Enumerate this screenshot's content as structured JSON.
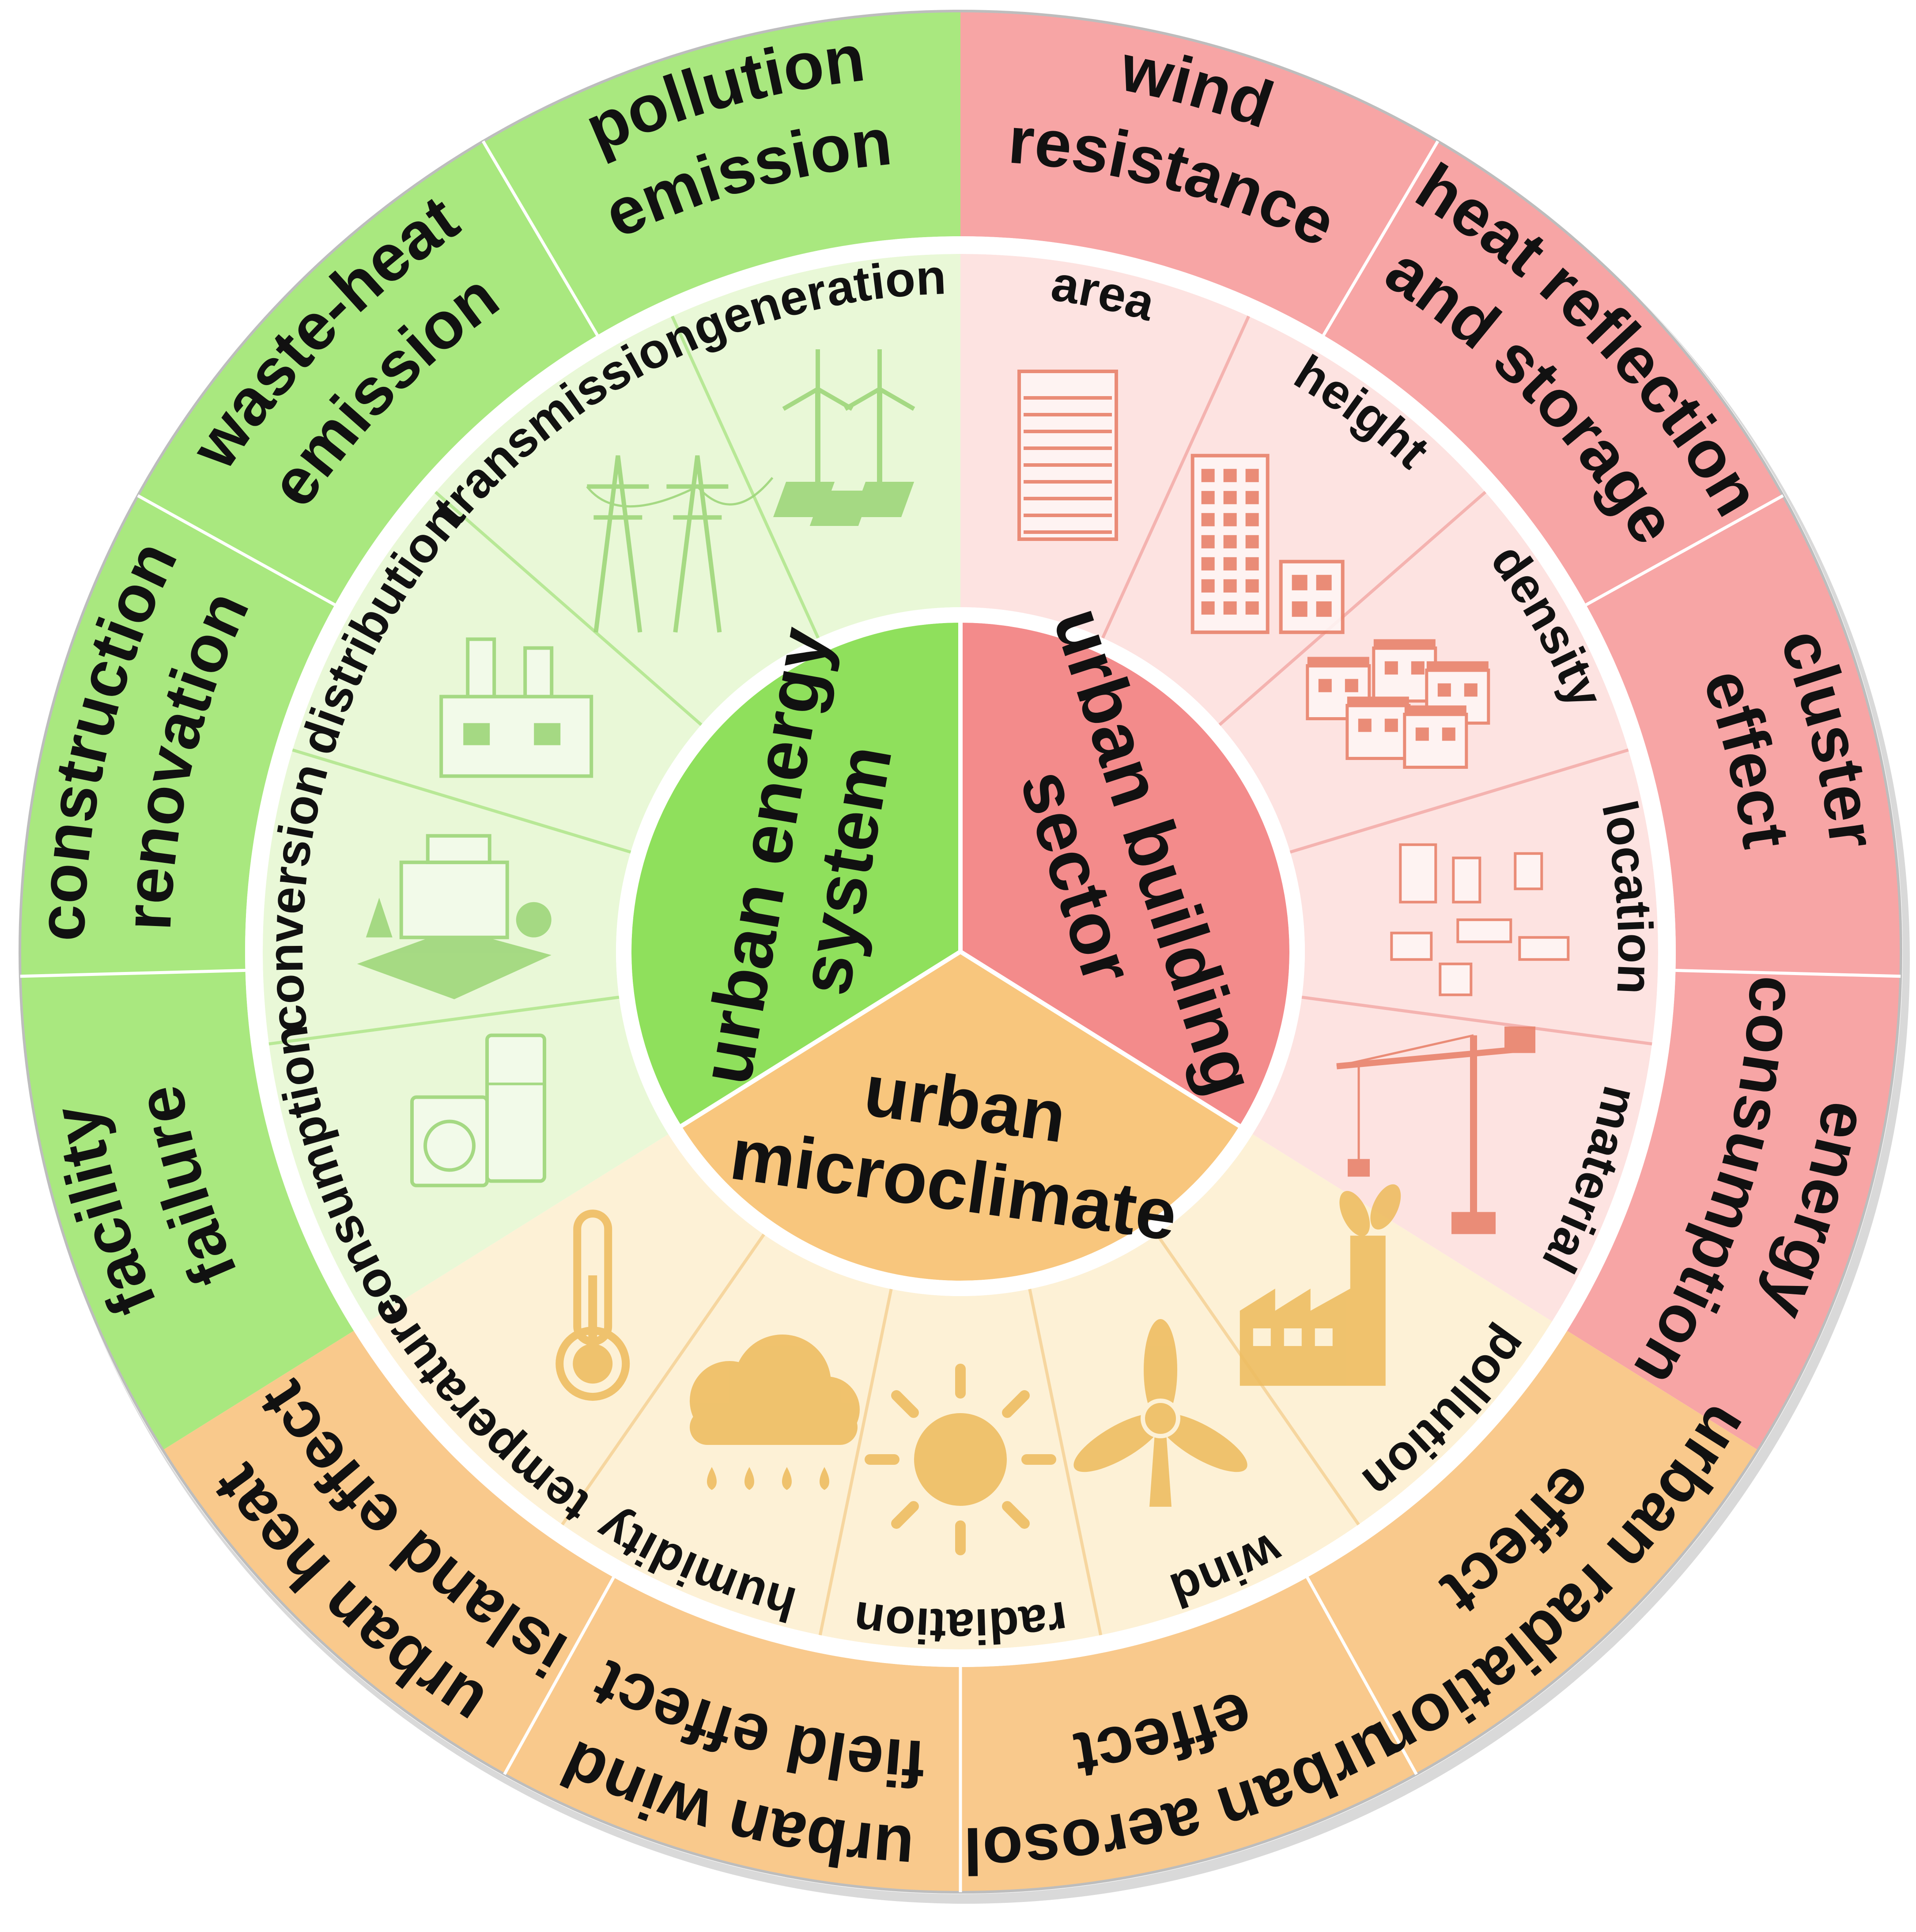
{
  "core": {
    "energy": [
      "urban energy",
      "system"
    ],
    "building": [
      "urban building",
      "sector"
    ],
    "microclimate": [
      "urban",
      "microclimate"
    ]
  },
  "middle_ring": {
    "energy": [
      "generation",
      "transmission",
      "distribution",
      "conversion",
      "consumption"
    ],
    "building": [
      "area",
      "height",
      "density",
      "location",
      "material"
    ],
    "microclimate": [
      "pollution",
      "wind",
      "radiation",
      "humidity",
      "temperature"
    ]
  },
  "outer_ring": {
    "energy": [
      [
        "pollution",
        "emission"
      ],
      [
        "waste-heat",
        "emission"
      ],
      [
        "construction",
        "renovation"
      ],
      [
        "facility",
        "failure"
      ]
    ],
    "building": [
      [
        "wind",
        "resistance"
      ],
      [
        "heat reflection",
        "and storage"
      ],
      [
        "cluster",
        "effect"
      ],
      [
        "energy",
        "consumption"
      ]
    ],
    "microclimate": [
      [
        "urban radiation",
        "effect"
      ],
      [
        "urban aerosol",
        "effect"
      ],
      [
        "urban wind",
        "field effect"
      ],
      [
        "urban heat",
        "island effect"
      ]
    ]
  },
  "icons": {
    "energy": [
      "wind-turbine-solar-icon",
      "power-tower-icon",
      "power-plant-icon",
      "building-conversion-icon",
      "appliance-icon"
    ],
    "building": [
      "office-tower-icon",
      "apartment-buildings-icon",
      "building-cluster-icon",
      "city-map-icon",
      "construction-crane-icon"
    ],
    "microclimate": [
      "factory-icon",
      "wind-turbine-icon",
      "sun-icon",
      "rain-cloud-icon",
      "thermometer-icon"
    ]
  },
  "colors": {
    "energy_outer": "#a9e87f",
    "energy_mid": "#e9f8d7",
    "energy_core": "#8fe05c",
    "energy_line": "#b8e896",
    "building_outer": "#f7a5a5",
    "building_mid": "#fde3e1",
    "building_core": "#f38b8b",
    "building_line": "#f4b3b0",
    "microclimate_outer": "#f9c98c",
    "microclimate_mid": "#fdf1d6",
    "microclimate_core": "#f8c67d",
    "microclimate_line": "#f6d69f",
    "icon_green": "#9ed67a",
    "icon_red": "#e8836c",
    "icon_orange": "#eebd62"
  }
}
